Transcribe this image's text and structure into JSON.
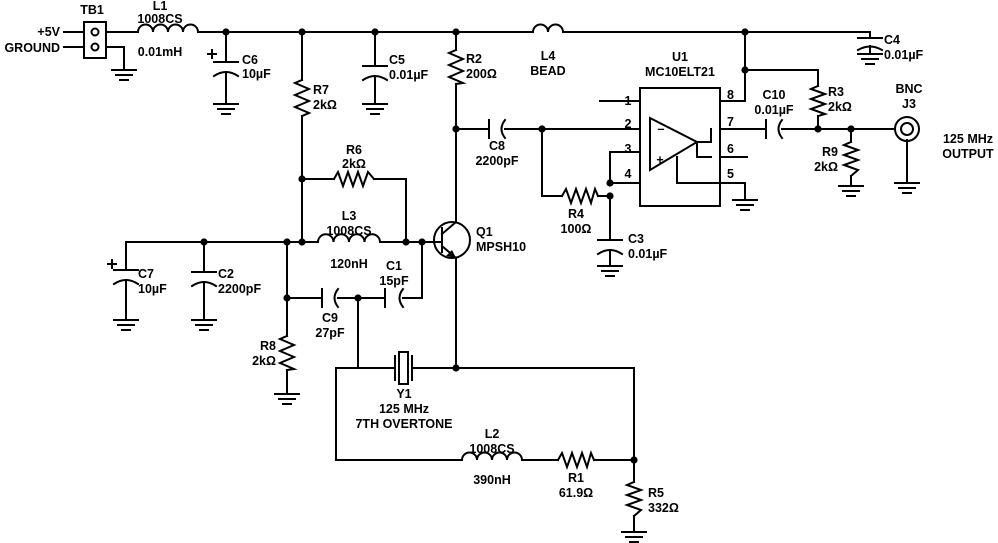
{
  "components": {
    "tb1": {
      "ref": "TB1",
      "pin1": "+5V",
      "pin2": "GROUND"
    },
    "l1": {
      "ref": "L1",
      "part": "1008CS",
      "value": "0.01mH"
    },
    "c6": {
      "ref": "C6",
      "value": "10µF"
    },
    "c5": {
      "ref": "C5",
      "value": "0.01µF"
    },
    "r7": {
      "ref": "R7",
      "value": "2kΩ"
    },
    "r2": {
      "ref": "R2",
      "value": "200Ω"
    },
    "l4": {
      "ref": "L4",
      "value": "BEAD"
    },
    "c4": {
      "ref": "C4",
      "value": "0.01µF"
    },
    "u1": {
      "ref": "U1",
      "part": "MC10ELT21",
      "pins": [
        "1",
        "2",
        "3",
        "4",
        "5",
        "6",
        "7",
        "8"
      ]
    },
    "c10": {
      "ref": "C10",
      "value": "0.01µF"
    },
    "r3": {
      "ref": "R3",
      "value": "2kΩ"
    },
    "j3": {
      "type": "BNC",
      "ref": "J3"
    },
    "output": {
      "line1": "125 MHz",
      "line2": "OUTPUT"
    },
    "r9": {
      "ref": "R9",
      "value": "2kΩ"
    },
    "c8": {
      "ref": "C8",
      "value": "2200pF"
    },
    "r6": {
      "ref": "R6",
      "value": "2kΩ"
    },
    "r4": {
      "ref": "R4",
      "value": "100Ω"
    },
    "c3": {
      "ref": "C3",
      "value": "0.01µF"
    },
    "l3": {
      "ref": "L3",
      "part": "1008CS",
      "value": "120nH"
    },
    "q1": {
      "ref": "Q1",
      "part": "MPSH10"
    },
    "c7": {
      "ref": "C7",
      "value": "10µF"
    },
    "c2": {
      "ref": "C2",
      "value": "2200pF"
    },
    "c1": {
      "ref": "C1",
      "value": "15pF"
    },
    "c9": {
      "ref": "C9",
      "value": "27pF"
    },
    "r8": {
      "ref": "R8",
      "value": "2kΩ"
    },
    "y1": {
      "ref": "Y1",
      "freq": "125 MHz",
      "mode": "7TH OVERTONE"
    },
    "l2": {
      "ref": "L2",
      "part": "1008CS",
      "value": "390nH"
    },
    "r1": {
      "ref": "R1",
      "value": "61.9Ω"
    },
    "r5": {
      "ref": "R5",
      "value": "332Ω"
    }
  }
}
